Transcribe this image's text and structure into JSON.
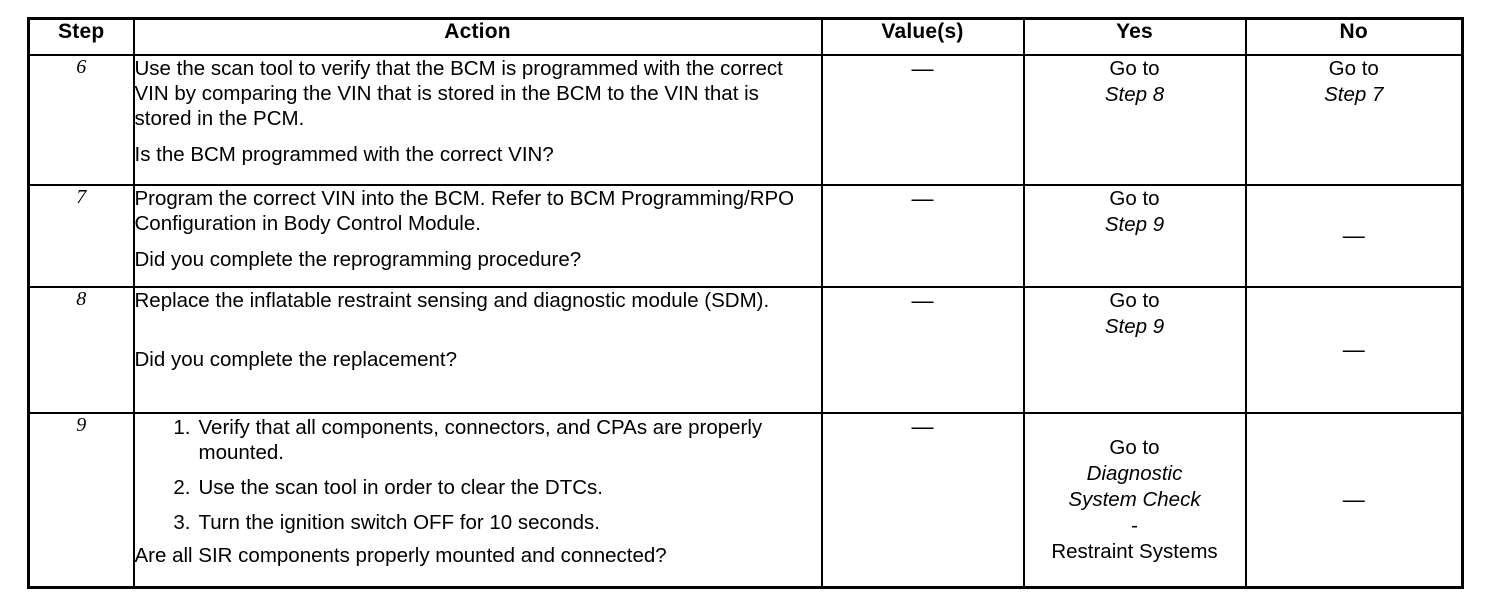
{
  "table": {
    "headers": {
      "step": "Step",
      "action": "Action",
      "values": "Value(s)",
      "yes": "Yes",
      "no": "No"
    },
    "rows": [
      {
        "step": "6",
        "action_paragraphs": [
          "Use the scan tool to verify that the BCM is programmed with the correct VIN by comparing the VIN that is stored in the BCM to the VIN that is stored in the PCM."
        ],
        "action_question": "Is the BCM programmed with the correct VIN?",
        "value": "—",
        "yes_prefix": "Go to ",
        "yes_italic": "Step 8",
        "yes_suffix": "",
        "no_prefix": "Go to ",
        "no_italic": "Step 7",
        "no_suffix": ""
      },
      {
        "step": "7",
        "action_lead": "Program the correct VIN into the BCM. Refer to ",
        "action_italic": "BCM Programming/RPO Configuration",
        "action_tail": " in Body Control Module.",
        "action_question": "Did you complete the reprogramming procedure?",
        "value": "—",
        "yes_prefix": "Go to ",
        "yes_italic": "Step 9",
        "yes_suffix": "",
        "no_text": "—"
      },
      {
        "step": "8",
        "action_paragraphs": [
          "Replace the inflatable restraint sensing and diagnostic module (SDM)."
        ],
        "action_question": "Did you complete the replacement?",
        "value": "—",
        "yes_prefix": "Go to ",
        "yes_italic": "Step 9",
        "yes_suffix": "",
        "no_text": "—"
      },
      {
        "step": "9",
        "action_list": [
          "Verify that all components, connectors, and CPAs are properly mounted.",
          "Use the scan tool in order to clear the DTCs.",
          "Turn the ignition switch OFF for 10 seconds."
        ],
        "action_question": "Are all SIR components properly mounted and connected?",
        "value": "—",
        "yes_line1_prefix": "Go to ",
        "yes_line1_italic": "Diagnostic",
        "yes_line2_italic": "System  Check",
        "yes_line2_suffix": " -",
        "yes_line3": "Restraint  Systems",
        "no_text": "—"
      }
    ]
  }
}
